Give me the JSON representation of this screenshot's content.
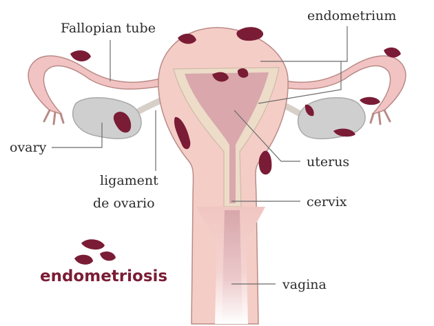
{
  "labels": {
    "fallopian_tube": "Fallopian tube",
    "endometrium": "endometrium",
    "ovary": "ovary",
    "ligament_line1": "ligament",
    "ligament_line2": "de ovario",
    "uterus": "uterus",
    "cervix": "cervix",
    "vagina": "vagina"
  },
  "legend": {
    "title": "endometriosis"
  },
  "colors": {
    "tissue_pink": "#f4cdc6",
    "tissue_outline": "#b88a86",
    "endometrium_band": "#ecdcc8",
    "cavity": "#d9a7ac",
    "ovary_gray": "#cfcfcf",
    "lesion": "#7a1c35",
    "brand": "#7a1c35",
    "text": "#2b2b2b"
  }
}
